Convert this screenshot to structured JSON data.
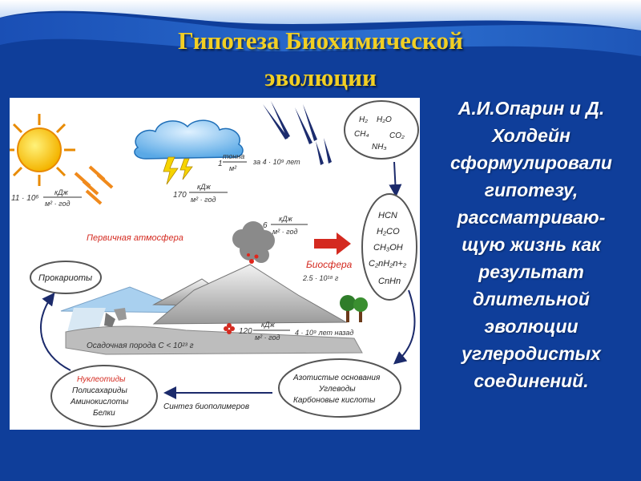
{
  "slide": {
    "title_lines": [
      "Гипотеза Биохимической",
      "эволюции"
    ],
    "caption_lines": [
      "А.И.Опарин и Д.",
      "Холдейн",
      "сформулировали",
      "гипотезу,",
      "рассматриваю-",
      "щую жизнь  как",
      "результат",
      "длительной",
      "эволюции",
      "углеродистых",
      "соединений."
    ],
    "colors": {
      "background": "#0f3e9a",
      "title": "#f2cf23",
      "caption": "#ffffff",
      "accent_red": "#d42a20"
    }
  },
  "diagram": {
    "sun_flux": {
      "value": "11 · 10⁶",
      "unit_num": "кДж",
      "unit_den": "м² · год"
    },
    "cloud_mass": {
      "value": "1",
      "unit_num": "тонна",
      "unit_den": "м²"
    },
    "time_4e9": "за 4 · 10⁹ лет",
    "lightning_flux": {
      "value": "170",
      "unit_num": "кДж",
      "unit_den": "м² · год"
    },
    "volcano_flux": {
      "value": "6",
      "unit_num": "кДж",
      "unit_den": "м² · год"
    },
    "atmosphere_label": "Первичная атмосфера",
    "biosphere_label": "Биосфера",
    "biosphere_value": "2.5 · 10¹⁸ г",
    "ground_flux": {
      "value": "120",
      "unit_num": "кДж",
      "unit_den": "м² · год"
    },
    "time_ago": "4 · 10⁹ лет назад",
    "sediment_label": "Осадочная порода С < 10²³ г",
    "prokaryotes_label": "Прокариоты",
    "synthesis_label": "Синтез биополимеров",
    "gases": [
      "H₂",
      "H₂O",
      "CH₄",
      "CO₂",
      "NH₃"
    ],
    "organics": [
      "HCN",
      "H₂CO",
      "CH₃OH",
      "C₂nH₂n+₂",
      "CnHn"
    ],
    "bases_list": [
      "Азотистые основания",
      "Углеводы",
      "Карбоновые кислоты"
    ],
    "polymers_list": [
      "Нуклеотиды",
      "Полисахариды",
      "Аминокислоты",
      "Белки"
    ]
  }
}
